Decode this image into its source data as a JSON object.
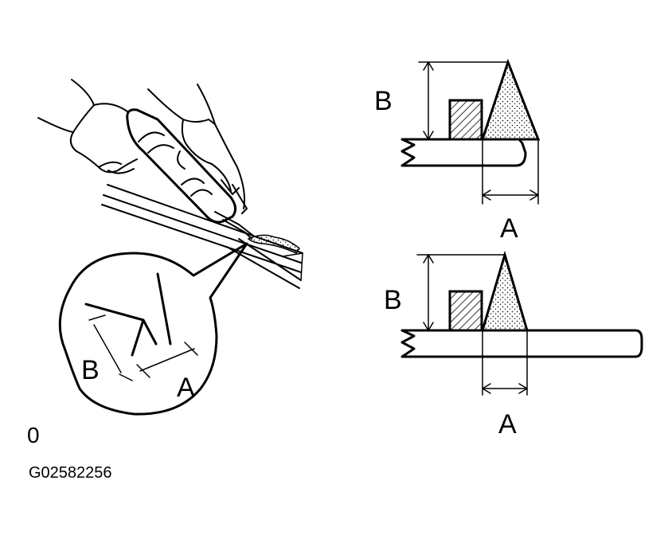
{
  "figure_code": "G02582256",
  "corner_mark": "0",
  "detail_inset": {
    "label_a": "A",
    "label_b": "B"
  },
  "panel_top": {
    "label_a": "A",
    "label_b": "B"
  },
  "panel_bottom": {
    "label_a": "A",
    "label_b": "B"
  },
  "colors": {
    "line": "#000000",
    "background": "#ffffff"
  }
}
